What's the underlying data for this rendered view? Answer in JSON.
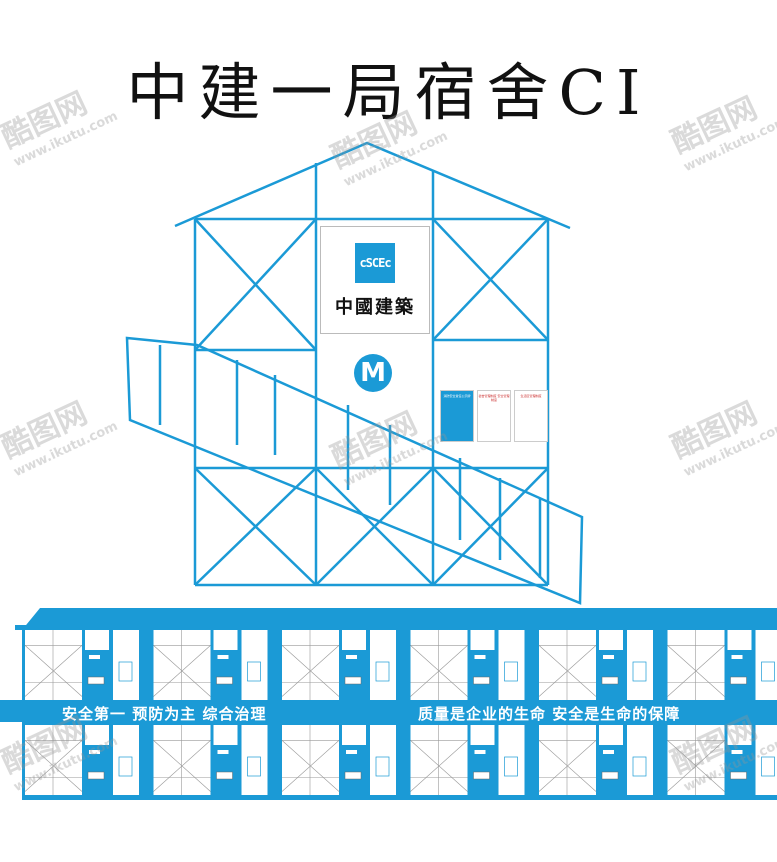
{
  "title": "中建一局宿舍CI",
  "logo": {
    "mark": "cSCEc",
    "name": "中國建築"
  },
  "metro_badge": "M",
  "posters": [
    "消防安全责任公示牌",
    "宿舍管理制度 安全管理制度",
    "生活区管理制度"
  ],
  "slogans": {
    "left": "安全第一 预防为主 综合治理",
    "right": "质量是企业的生命 安全是生命的保障"
  },
  "watermark": {
    "brand": "酷图网",
    "url": "www.ikutu.com"
  },
  "colors": {
    "accent": "#1b9ad6",
    "title": "#111111"
  }
}
